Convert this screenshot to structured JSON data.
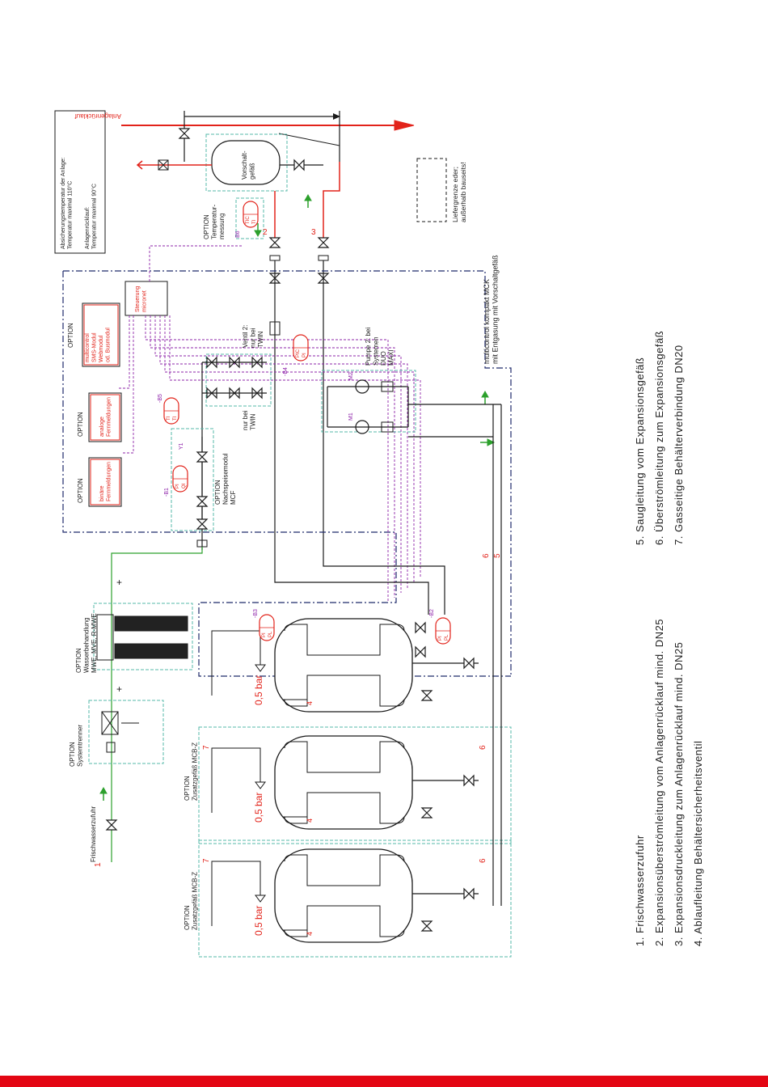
{
  "colors": {
    "line": "#1a1a1a",
    "supply_red": "#e2231a",
    "fresh_green": "#2ca02c",
    "signal_purple": "#8e24aa",
    "module_teal": "#56b8a8",
    "boundary_navy": "#1f2a6b",
    "option_red": "#e2231a",
    "footer_red": "#e30613"
  },
  "labels": {
    "frischwasserzufuhr": "Frischwasserzufuhr",
    "systemtrenner": [
      "OPTION",
      "Systemtrenner"
    ],
    "wasserbehandlung": [
      "OPTION",
      "Wasserbehandlung",
      "MWE, MVE, R-MWE"
    ],
    "zusatzgefaess": [
      "OPTION",
      "Zusatzgefäß MCB-Z"
    ],
    "nachspeisemodul": [
      "OPTION",
      "Nachspeisemodul",
      "MCF"
    ],
    "temperaturmessung": [
      "OPTION",
      "Temperatur-",
      "messung"
    ],
    "absicherung": [
      "Absicherungstemperatur der Anlage:",
      "Temperatur maximal 110°C",
      "Anlagenrücklauf:",
      "Temperatur maximal 90°C"
    ],
    "anlagenruecklauf": "Anlagenrücklauf",
    "vorschaltgefaess": [
      "Vorschalt-",
      "gefäß"
    ],
    "liefergrenze": [
      "Liefergrenze eder;",
      "außerhalb bauseits!"
    ],
    "mck": [
      "multicontrol kompakt MCK",
      "mit Entgasung mit Vorschaltgefäß"
    ],
    "steuerung": [
      "Steuerung",
      "micronet"
    ],
    "ventil2": [
      "Ventil 2:",
      "nur bei",
      "TWIN"
    ],
    "nurbei": [
      "nur bei",
      "TWIN"
    ],
    "pumpe2": [
      "Pumpe 2: bei",
      "Systemen",
      "DUO",
      "MAXI"
    ],
    "multicontrol_opt": [
      "OPTION",
      "multicontrol",
      "SMS-Modul",
      "Webmodul",
      "od. Busmodul"
    ],
    "analoge_opt": [
      "OPTION",
      "analoge",
      "Fernmeldungen"
    ],
    "binaere_opt": [
      "OPTION",
      "binäre",
      "Fernmeldungen"
    ],
    "pressure": "0,5 bar",
    "tags": {
      "b1": "-B1",
      "b2": "-B2",
      "b3": "-B3",
      "b4": "-B4",
      "b5": "-B5",
      "b6": "B6",
      "y1": "Y1",
      "m1": "M1",
      "m2": "M2"
    },
    "sensors": {
      "pi_qi": [
        "PI",
        "QI"
      ],
      "ti": [
        "TI",
        "TI"
      ],
      "pic": [
        "PIC",
        "PI"
      ],
      "tic": [
        "TIC",
        "TI"
      ],
      "pi_plu": [
        "PI",
        "PL"
      ]
    },
    "numbers": {
      "n1": "1",
      "n2": "2",
      "n3": "3",
      "n4": "4",
      "n5": "5",
      "n6": "6",
      "n7": "7"
    }
  },
  "legend": [
    "1. Frischwasserzufuhr",
    "2. Expansionsüberströmleitung vom Anlagenrücklauf mind. DN25",
    "3. Expansionsdruckleitung zum Anlagenrücklauf mind. DN25",
    "4. Ablaufleitung Behältersicherheitsventil",
    "5. Saugleitung vom Expansionsgefäß",
    "6. Überströmleitung zum Expansionsgefäß",
    "7. Gasseitige Behälterverbindung DN20"
  ]
}
